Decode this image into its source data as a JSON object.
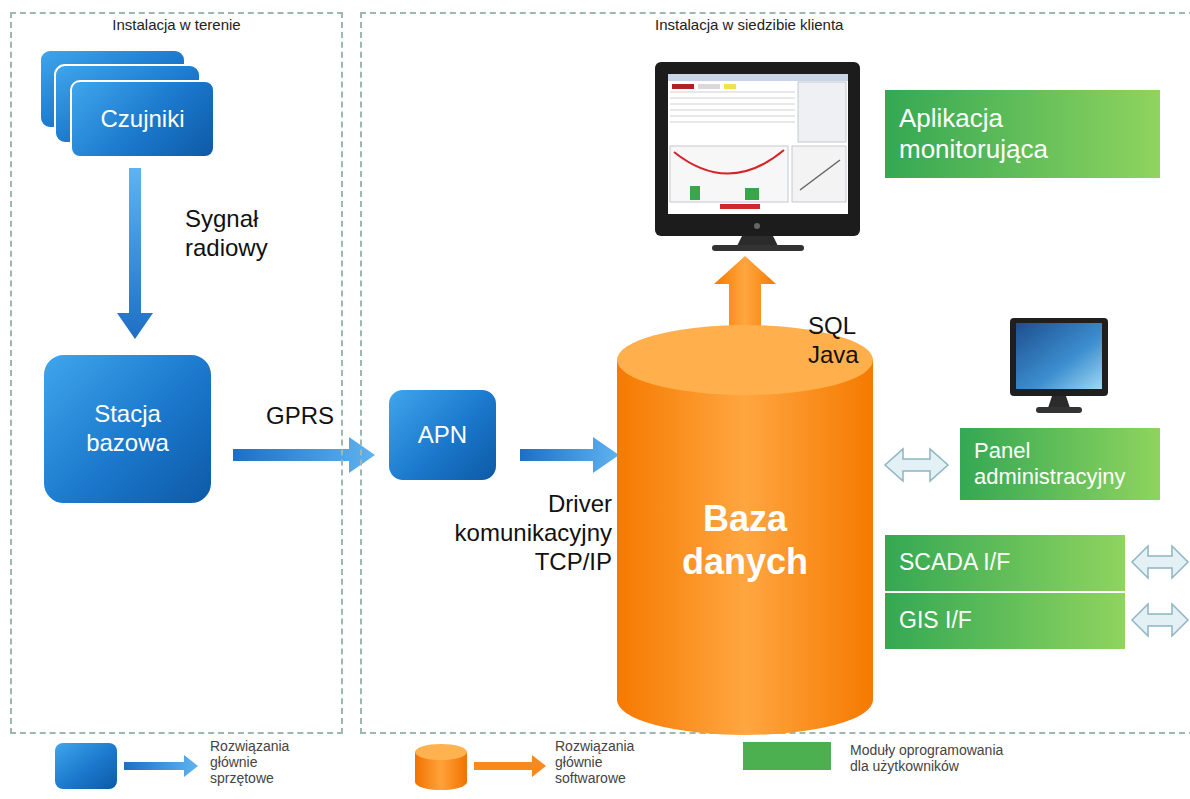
{
  "diagram": {
    "nodes": [
      {
        "text": [
          "Instalacja w terenie"
        ]
      },
      {
        "text": [
          "Czujniki"
        ],
        "in": 0
      },
      {
        "text": [
          "Stacja bazowa"
        ],
        "in": 0
      },
      {
        "text": [
          "Instalacja w siedzibie klienta"
        ]
      },
      {
        "text": [
          "Aplikacja monitorująca"
        ],
        "in": 3
      },
      {
        "text": [
          "APN"
        ],
        "in": 3
      },
      {
        "text": [
          "Baza danych"
        ],
        "in": 3
      },
      {
        "text": [
          "Panel administracyjny"
        ],
        "in": 3
      },
      {
        "text": [
          "SCADA I/F"
        ],
        "in": 3
      },
      {
        "text": [
          "GIS I/F"
        ],
        "in": 3
      }
    ],
    "edges": [
      {
        "from": 1,
        "to": 2,
        "arrow": "to",
        "label": "Sygnał radiowy"
      },
      {
        "from": 2,
        "to": 5,
        "arrow": "to",
        "label": "GPRS"
      },
      {
        "from": 5,
        "to": 6,
        "arrow": "to",
        "label": "Driver komunikacyjny TCP/IP"
      },
      {
        "from": 4,
        "to": 6,
        "arrow": "both",
        "label": "SQL Java"
      },
      {
        "from": 6,
        "to": 7,
        "arrow": "both"
      }
    ],
    "legend": [
      {
        "text": "Rozwiązania głównie sprzętowe"
      },
      {
        "text": "Rozwiązania głównie softwarowe"
      },
      {
        "text": "Moduły oprogramowania dla użytkowników",
        "color": "#4cb050"
      }
    ]
  }
}
